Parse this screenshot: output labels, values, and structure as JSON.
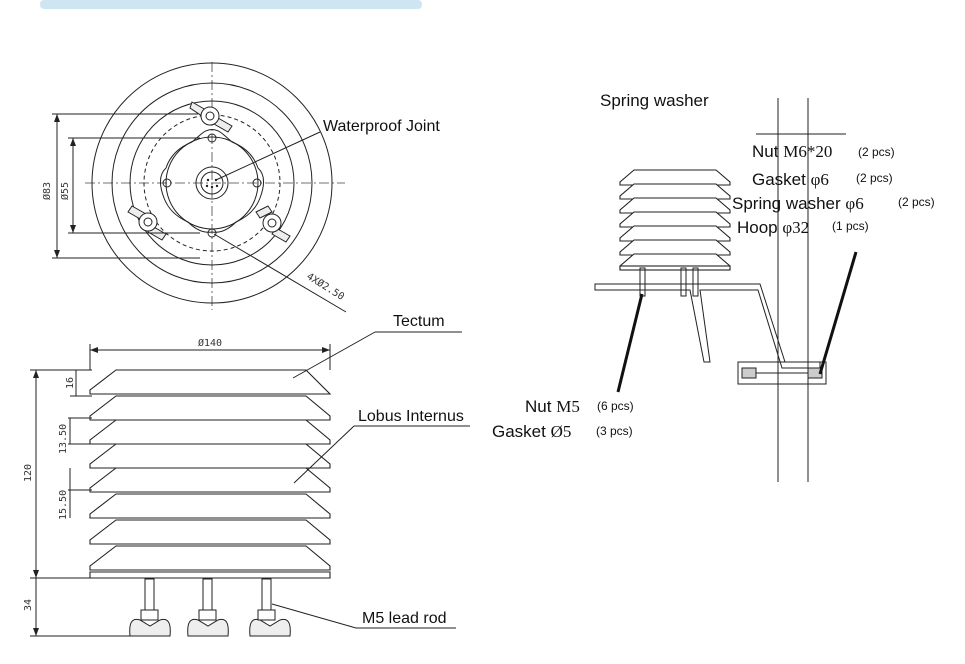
{
  "top_view": {
    "callout_waterproof": "Waterproof Joint",
    "dim_outer": "Ø83",
    "dim_inner": "Ø55",
    "dim_holes": "4XØ2.50"
  },
  "side_view": {
    "callout_tectum": "Tectum",
    "callout_lobus": "Lobus Internus",
    "callout_lead": "M5 lead rod",
    "dim_width": "Ø140",
    "dim_16": "16",
    "dim_1350": "13.50",
    "dim_1550": "15.50",
    "dim_120": "120",
    "dim_34": "34"
  },
  "install_view": {
    "spring_washer_top": "Spring washer",
    "nut_m6_label": "Nut",
    "nut_m6_value": "M6*20",
    "nut_m6_qty": "(2 pcs)",
    "gasket6_label": "Gasket",
    "gasket6_value": "φ6",
    "gasket6_qty": "(2 pcs)",
    "spring6_label": "Spring washer",
    "spring6_value": "φ6",
    "spring6_qty": "(2 pcs)",
    "hoop_label": "Hoop",
    "hoop_value": "φ32",
    "hoop_qty": "(1 pcs)",
    "nut_m5_label": "Nut",
    "nut_m5_value": "M5",
    "nut_m5_qty": "(6 pcs)",
    "gasket5_label": "Gasket",
    "gasket5_value": "Ø5",
    "gasket5_qty": "(3 pcs)"
  },
  "header_band_color": "#cfe6f2"
}
